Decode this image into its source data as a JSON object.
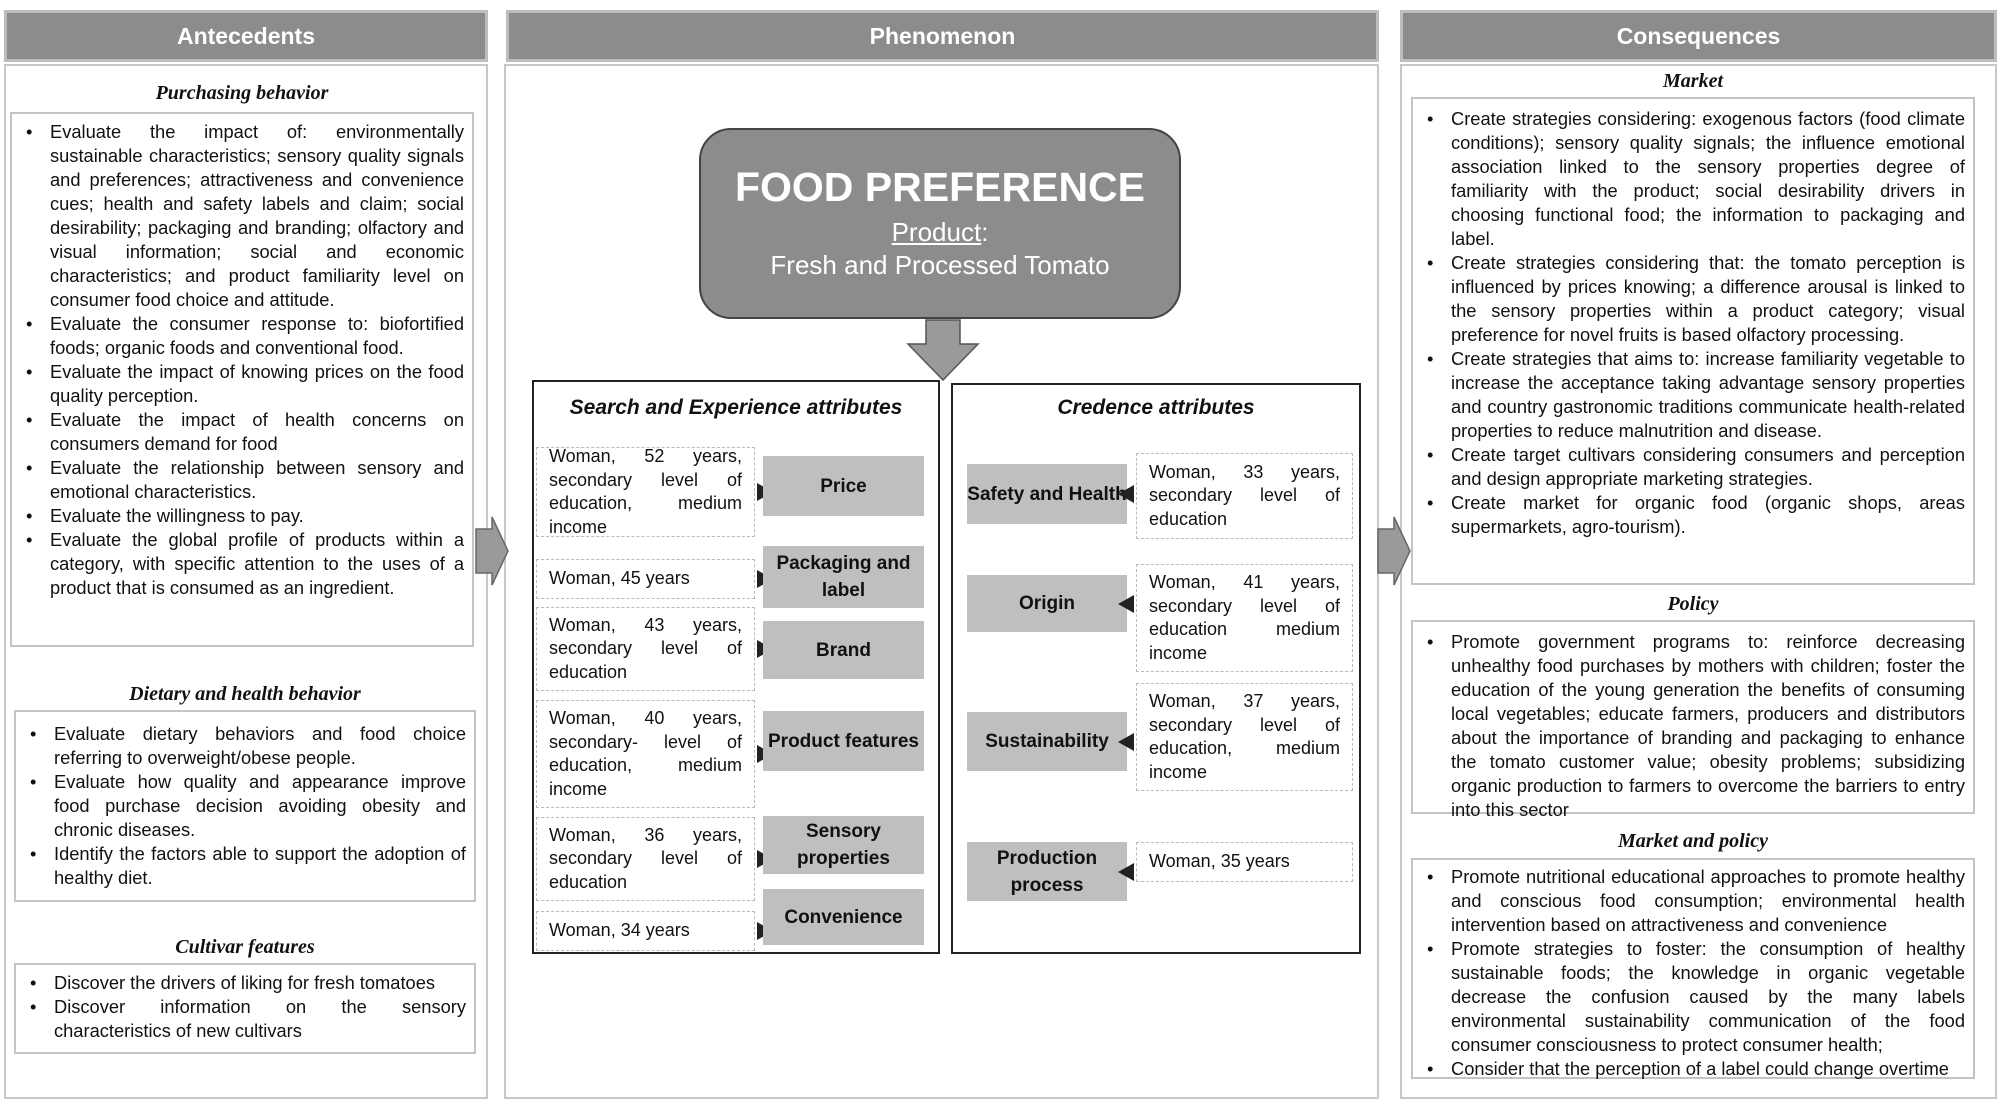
{
  "antecedents": {
    "title": "Antecedents",
    "purchasing": {
      "title": "Purchasing behavior",
      "items": [
        "Evaluate the impact of: environmentally sustainable characteristics; sensory quality signals and preferences; attractiveness and convenience cues; health and safety labels and claim; social desirability; packaging and branding; olfactory and visual information; social and economic characteristics; and product familiarity level on consumer food choice and attitude.",
        "Evaluate the consumer response to: biofortified foods; organic foods and conventional food.",
        "Evaluate the impact of knowing prices on the food quality perception.",
        "Evaluate the impact of health concerns on consumers demand for food",
        "Evaluate the relationship between sensory and emotional characteristics.",
        "Evaluate the willingness to pay.",
        "Evaluate the global profile of products within a category, with specific attention to the uses of a product that is consumed as an ingredient."
      ]
    },
    "dietary": {
      "title": "Dietary and health behavior",
      "items": [
        "Evaluate dietary behaviors and food choice referring to overweight/obese people.",
        "Evaluate how quality and appearance improve food purchase decision avoiding obesity and chronic diseases.",
        "Identify the factors able to support the adoption of healthy diet."
      ]
    },
    "cultivar": {
      "title": "Cultivar features",
      "items": [
        "Discover the drivers of liking for fresh tomatoes",
        "Discover information on the sensory characteristics of new cultivars"
      ]
    }
  },
  "phenomenon": {
    "title": "Phenomenon",
    "food": {
      "title": "FOOD PREFERENCE",
      "product_label": "Product",
      "product_colon": ":",
      "product_value": "Fresh and Processed Tomato"
    },
    "search": {
      "title": "Search and Experience attributes",
      "rows": [
        {
          "attr": "Price",
          "desc": "Woman, 52 years, secondary level of education, medium income"
        },
        {
          "attr": "Packaging and label",
          "desc": "Woman, 45 years"
        },
        {
          "attr": "Brand",
          "desc": "Woman, 43 years, secondary level of education"
        },
        {
          "attr": "Product features",
          "desc": "Woman, 40 years, secondary- level of education, medium income"
        },
        {
          "attr": "Sensory properties",
          "desc": "Woman, 36 years, secondary level of education"
        },
        {
          "attr": "Convenience",
          "desc": "Woman, 34 years"
        }
      ]
    },
    "credence": {
      "title": "Credence attributes",
      "rows": [
        {
          "attr": "Safety and Health",
          "desc": "Woman, 33 years, secondary level of education"
        },
        {
          "attr": "Origin",
          "desc": "Woman, 41 years, secondary level of education medium income"
        },
        {
          "attr": "Sustainability",
          "desc": "Woman, 37 years, secondary level of education, medium income"
        },
        {
          "attr": "Production process",
          "desc": "Woman, 35 years"
        }
      ]
    }
  },
  "consequences": {
    "title": "Consequences",
    "market": {
      "title": "Market",
      "items": [
        "Create strategies considering: exogenous factors (food climate conditions); sensory quality signals; the influence emotional association linked to the sensory properties degree of familiarity with the product; social desirability drivers in choosing functional food; the information to packaging and label.",
        "Create strategies considering that: the tomato perception is influenced by prices knowing; a difference arousal is linked to the sensory properties within a product category; visual preference for novel fruits is based olfactory processing.",
        "Create strategies that aims to: increase familiarity vegetable to increase the acceptance taking advantage sensory properties and country gastronomic traditions communicate health-related properties to reduce malnutrition and disease.",
        "Create target cultivars considering consumers and perception and design appropriate marketing strategies.",
        "Create market for organic food (organic shops, areas supermarkets, agro-tourism)."
      ]
    },
    "policy": {
      "title": "Policy",
      "items": [
        "Promote government programs to: reinforce decreasing unhealthy food purchases by mothers with children; foster the education of the young generation the benefits of consuming local vegetables; educate farmers, producers and distributors about the importance of branding and packaging to enhance the tomato customer value; obesity problems; subsidizing organic production to farmers to overcome the barriers to entry into this sector"
      ]
    },
    "market_policy": {
      "title": "Market and policy",
      "items": [
        "Promote nutritional educational approaches to promote healthy and conscious food consumption; environmental health intervention based on attractiveness and convenience",
        "Promote strategies to foster: the consumption of healthy sustainable foods; the knowledge in organic vegetable decrease the confusion caused by the many labels environmental sustainability communication of the food consumer consciousness to protect consumer health;",
        "Consider that the perception of a label could change overtime"
      ]
    }
  }
}
